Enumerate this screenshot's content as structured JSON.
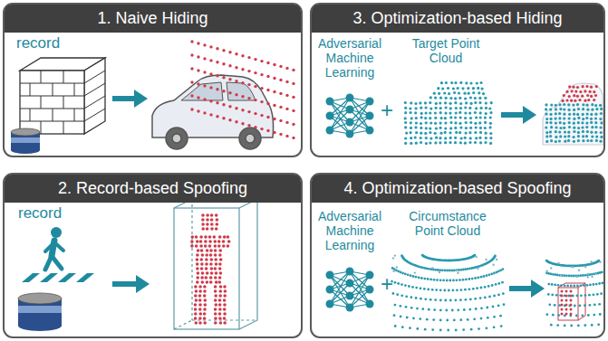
{
  "diagram": {
    "nodes": [
      {
        "text": [
          "1. Naive Hiding"
        ]
      },
      {
        "text": [
          "3. Optimization-based Hiding"
        ]
      },
      {
        "text": [
          "2. Record-based Spoofing"
        ]
      },
      {
        "text": [
          "4. Optimization-based Spoofing"
        ]
      }
    ],
    "labels": [
      "record",
      "Adversarial Machine Learning",
      "+",
      "Target Point Cloud",
      "record",
      "Adversarial Machine Learning",
      "+",
      "Circumstance Point Cloud"
    ]
  }
}
